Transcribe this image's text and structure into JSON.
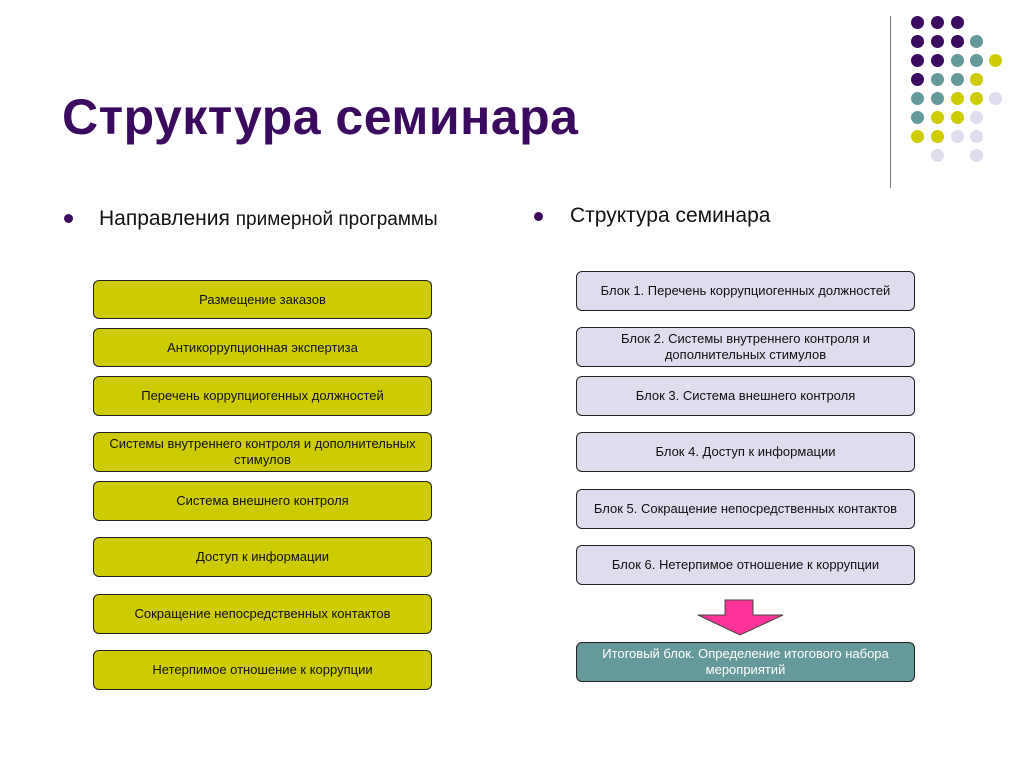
{
  "title": "Структура семинара",
  "left_heading": {
    "part1": "Направления ",
    "part2": "примерной программы"
  },
  "right_heading": "Структура семинара",
  "left_boxes": [
    "Размещение заказов",
    "Антикоррупционная экспертиза",
    "Перечень коррупциогенных должностей",
    "Системы внутреннего контроля и дополнительных стимулов",
    "Система внешнего контроля",
    "Доступ к информации",
    "Сокращение непосредственных контактов",
    "Нетерпимое отношение к коррупции"
  ],
  "right_boxes": [
    "Блок 1. Перечень коррупциогенных должностей",
    "Блок 2. Системы внутреннего контроля и дополнительных стимулов",
    "Блок 3. Система внешнего контроля",
    "Блок 4. Доступ к информации",
    "Блок 5. Сокращение непосредственных контактов",
    "Блок 6. Нетерпимое отношение к коррупции"
  ],
  "final_box": "Итоговый блок. Определение итогового набора мероприятий",
  "colors": {
    "title": "#3a0a5e",
    "left_box": "#cccc00",
    "right_box": "#ddddee",
    "final_box": "#669999",
    "arrow": "#ff3399",
    "dot_purple": "#3a0a5e",
    "dot_teal": "#669999",
    "dot_yellow": "#cccc00",
    "dot_lavender": "#ddddee"
  }
}
